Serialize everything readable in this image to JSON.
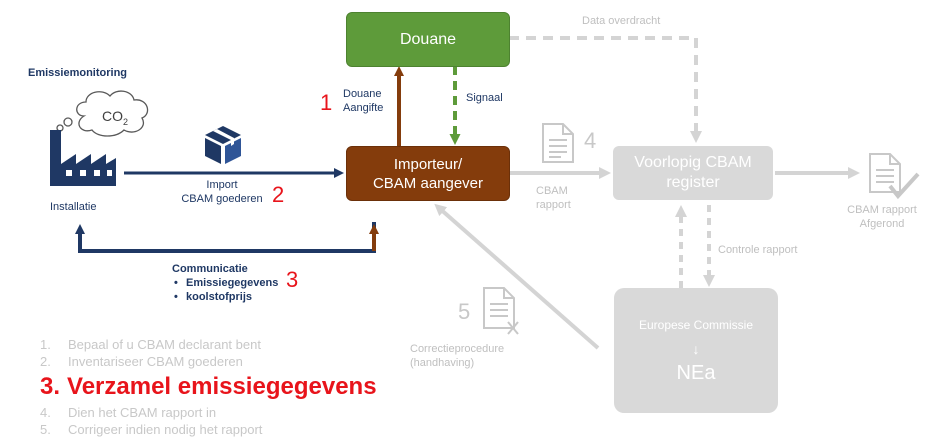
{
  "boxes": {
    "douane": "Douane",
    "importeur_line1": "Importeur/",
    "importeur_line2": "CBAM aangever",
    "register_line1": "Voorlopig CBAM",
    "register_line2": "register",
    "commissie_title": "Europese Commissie",
    "commissie_name": "NEa"
  },
  "labels": {
    "emissiemonitoring": "Emissiemonitoring",
    "co2": "CO",
    "co2_sub": "2",
    "installatie": "Installatie",
    "import_line1": "Import",
    "import_line2": "CBAM goederen",
    "douane_aangifte_line1": "Douane",
    "douane_aangifte_line2": "Aangifte",
    "signaal": "Signaal",
    "data_overdracht": "Data overdracht",
    "cbam_rapport_line1": "CBAM",
    "cbam_rapport_line2": "rapport",
    "afgerond_line1": "CBAM rapport",
    "afgerond_line2": "Afgerond",
    "controle_rapport": "Controle rapport",
    "correctie_line1": "Correctieprocedure",
    "correctie_line2": "(handhaving)",
    "communicatie_title": "Communicatie",
    "communicatie_items": [
      "Emissiegegevens",
      "koolstofprijs"
    ]
  },
  "numbers": {
    "n1": "1",
    "n2": "2",
    "n3": "3",
    "n4": "4",
    "n5": "5"
  },
  "steps": [
    {
      "num": "1.",
      "text": "Bepaal of u CBAM declarant bent",
      "active": false
    },
    {
      "num": "2.",
      "text": "Inventariseer CBAM goederen",
      "active": false
    },
    {
      "num": "3.",
      "text": "Verzamel emissiegegevens",
      "active": true
    },
    {
      "num": "4.",
      "text": "Dien het CBAM rapport in",
      "active": false
    },
    {
      "num": "5.",
      "text": "Corrigeer indien nodig het rapport",
      "active": false
    }
  ],
  "icons": [
    "factory-icon",
    "cloud-icon",
    "package-icon",
    "document-icon",
    "document-check-icon",
    "document-cross-icon"
  ],
  "colors": {
    "douane": "#5e9b3a",
    "importeur": "#843c0c",
    "inactive_box": "#d9d9d9",
    "navy": "#1f3864",
    "red": "#e8141b",
    "grey_text": "#bfbfbf"
  }
}
